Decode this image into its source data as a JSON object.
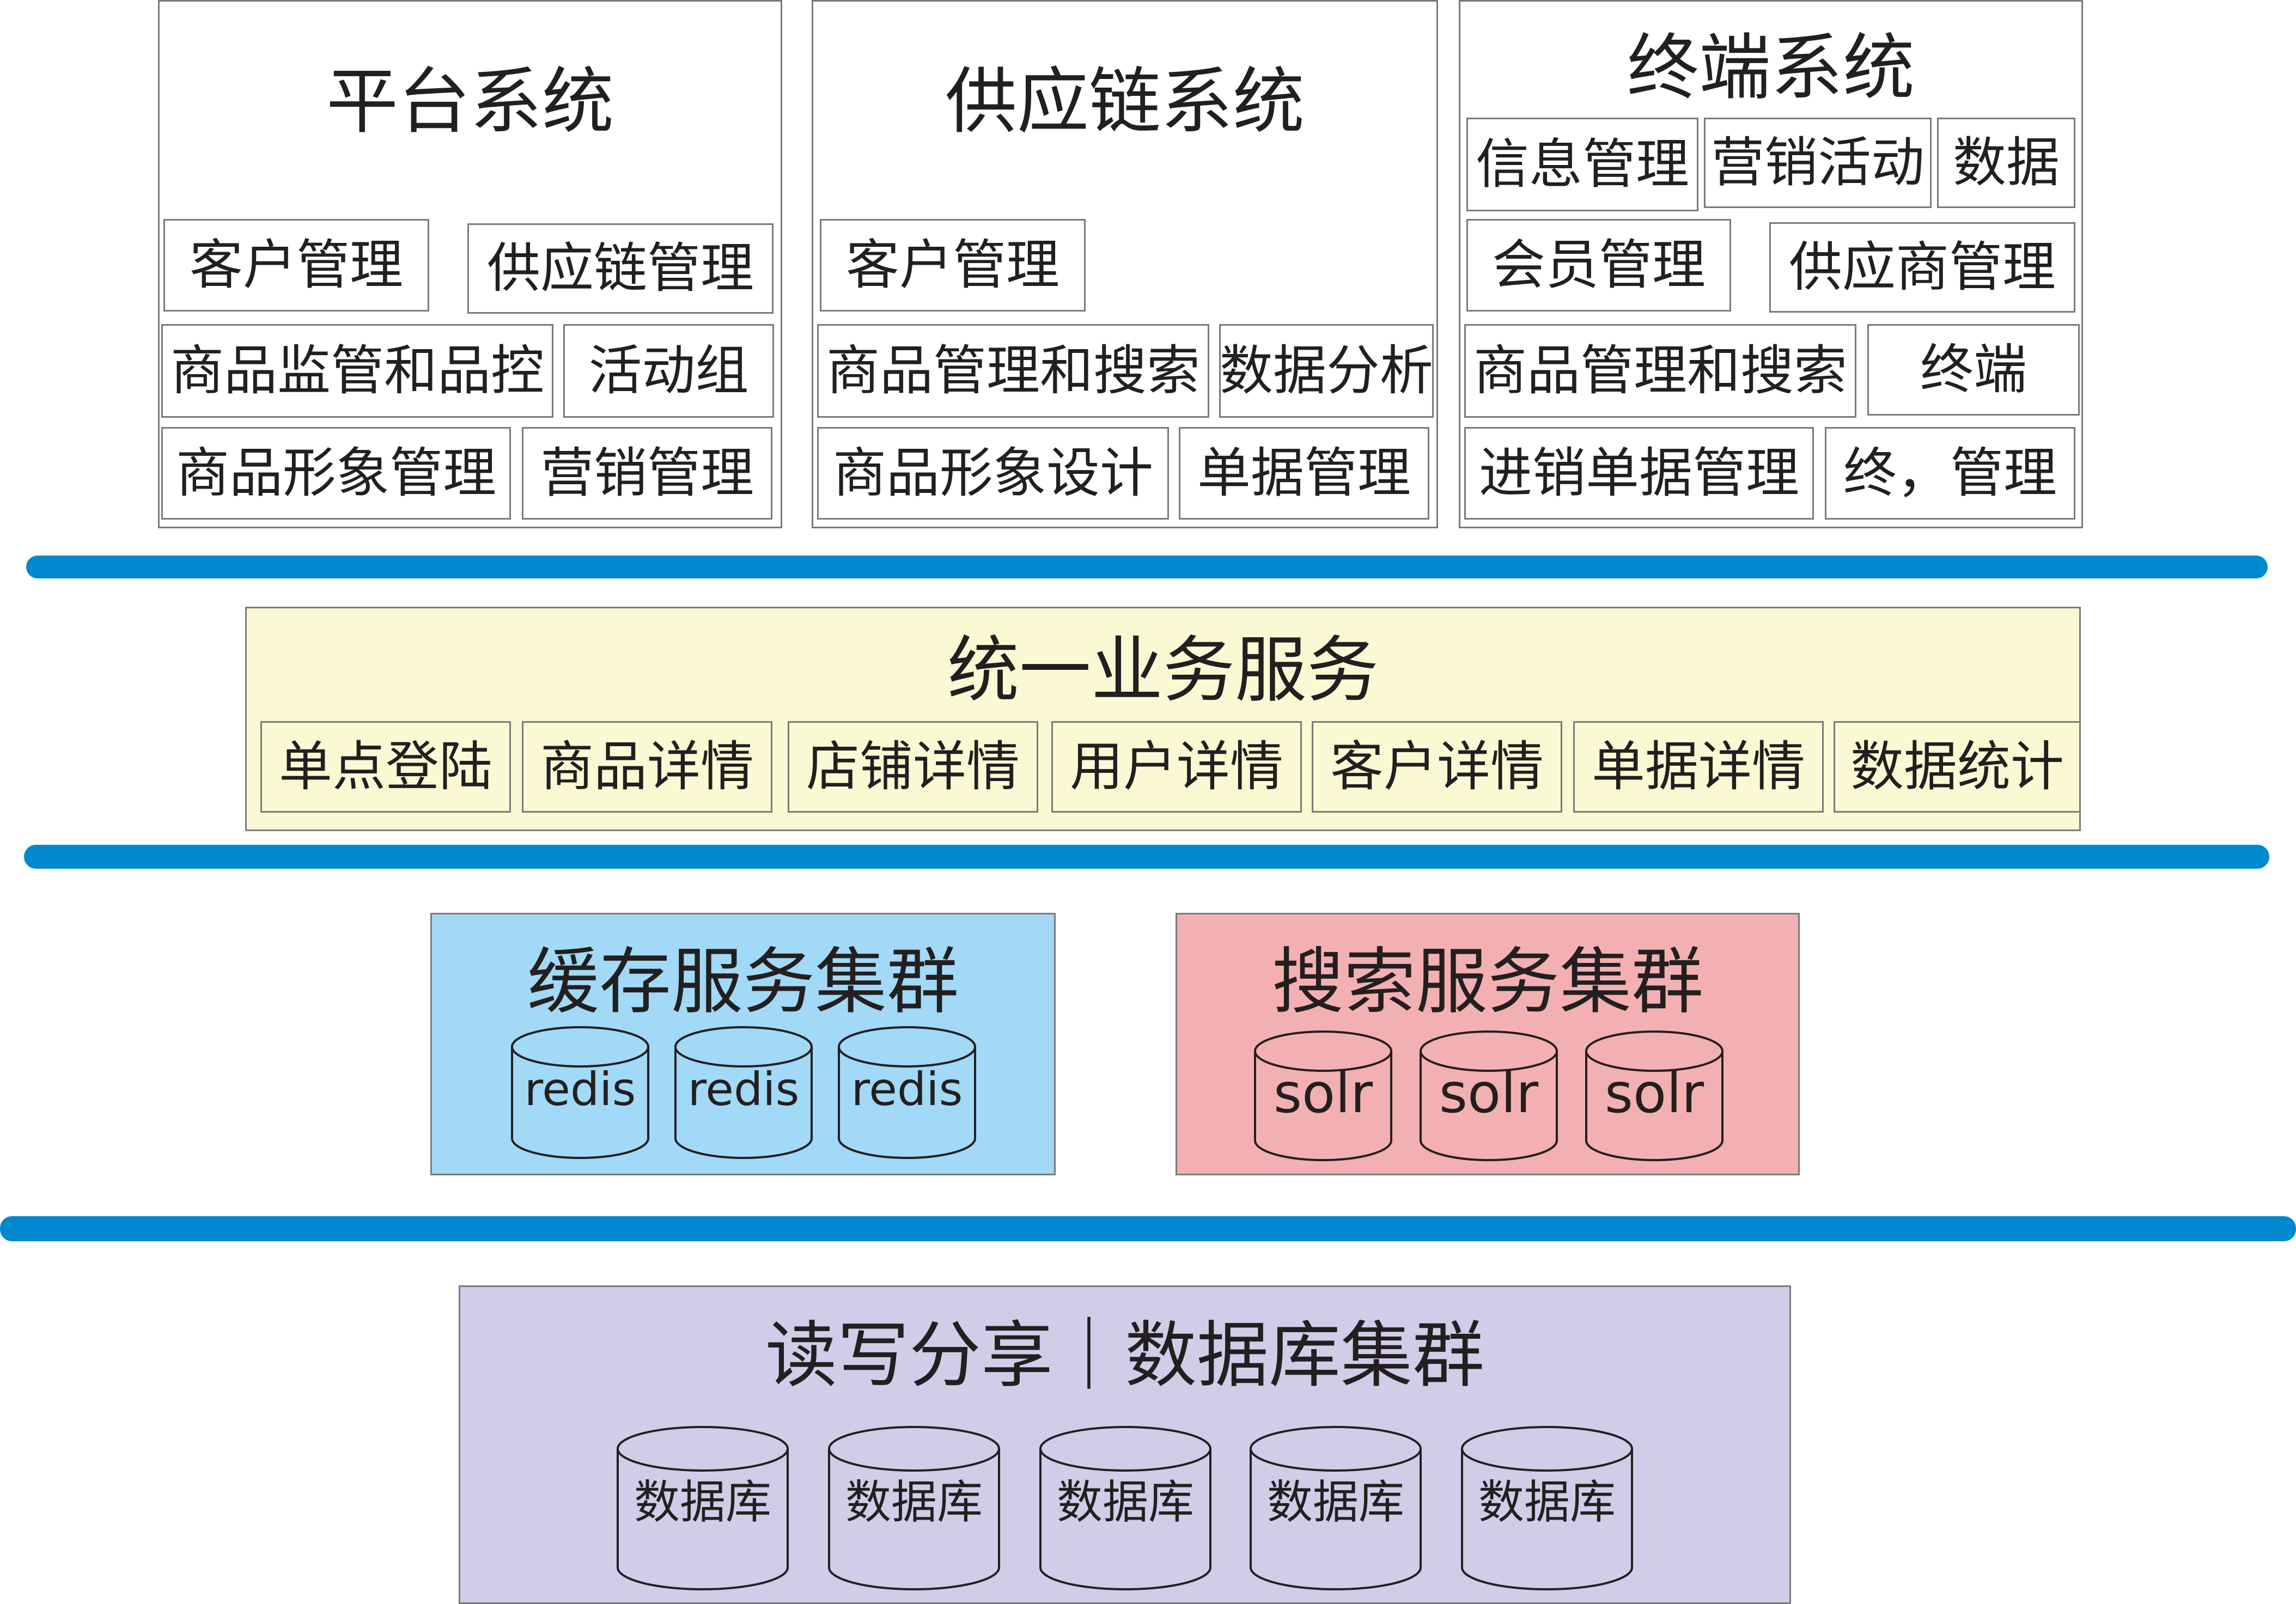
{
  "colors": {
    "bus": "#0089cf",
    "panel_border": "#7a7a7a",
    "text": "#231f20",
    "service_bg": "#fbf9d3",
    "cache_bg": "#a1d9f6",
    "search_bg": "#f3b0b2",
    "db_bg": "#d1cde8"
  },
  "platform": {
    "title": "平台系统",
    "cells": [
      "客户管理",
      "供应链管理",
      "商品监管和品控",
      "活动组",
      "商品形象管理",
      "营销管理"
    ]
  },
  "supply": {
    "title": "供应链系统",
    "cells": [
      "客户管理",
      "商品管理和搜索",
      "数据分析",
      "商品形象设计",
      "单据管理"
    ]
  },
  "terminal": {
    "title": "终端系统",
    "cells": [
      "信息管理",
      "营销活动",
      "数据",
      "会员管理",
      "供应商管理",
      "商品管理和搜索",
      "终端",
      "进销单据管理",
      "终，管理"
    ]
  },
  "service": {
    "title": "统一业务服务",
    "cells": [
      "单点登陆",
      "商品详情",
      "店铺详情",
      "用户详情",
      "客户详情",
      "单据详情",
      "数据统计"
    ]
  },
  "cache": {
    "title": "缓存服务集群",
    "nodes": [
      "redis",
      "redis",
      "redis"
    ]
  },
  "search": {
    "title": "搜索服务集群",
    "nodes": [
      "solr",
      "solr",
      "solr"
    ]
  },
  "database": {
    "title": "读写分享｜数据库集群",
    "nodes": [
      "数据库",
      "数据库",
      "数据库",
      "数据库",
      "数据库"
    ]
  }
}
